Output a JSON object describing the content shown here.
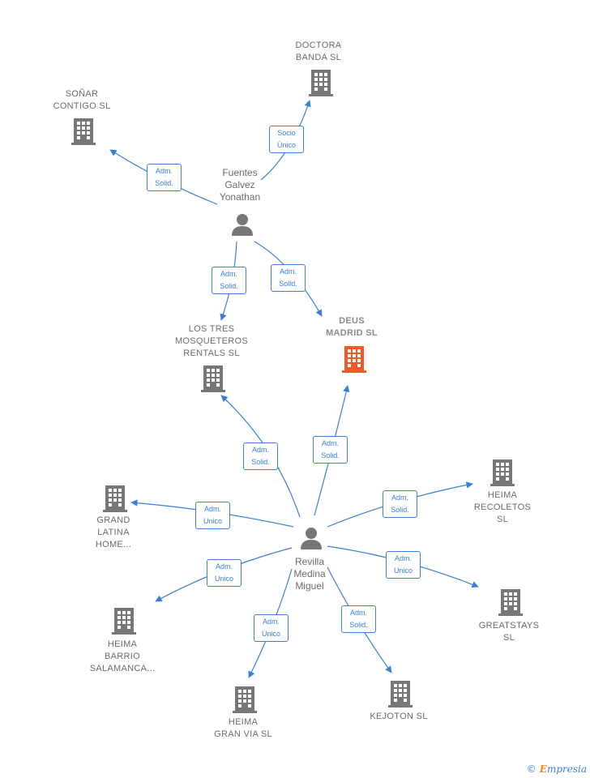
{
  "colors": {
    "edge": "#3a7fd5",
    "building": "#777777",
    "building_main": "#f05a28",
    "person": "#777777",
    "label": "#6b6b6b"
  },
  "nodes": {
    "fuentes": {
      "label": "Fuentes\nGalvez\nYonathan",
      "icon": "person-icon"
    },
    "revilla": {
      "label": "Revilla\nMedina\nMiguel",
      "icon": "person-icon"
    },
    "doctora": {
      "label": "DOCTORA\nBANDA  SL",
      "icon": "building-icon"
    },
    "sonar": {
      "label": "SOÑAR\nCONTIGO  SL",
      "icon": "building-icon"
    },
    "lostres": {
      "label": "LOS TRES\nMOSQUETEROS\nRENTALS  SL",
      "icon": "building-icon"
    },
    "deus": {
      "label": "DEUS\nMADRID  SL",
      "icon": "building-icon"
    },
    "grandlatina": {
      "label": "GRAND\nLATINA\nHOME...",
      "icon": "building-icon"
    },
    "recoletos": {
      "label": "HEIMA\nRECOLETOS\nSL",
      "icon": "building-icon"
    },
    "greatstays": {
      "label": "GREATSTAYS\nSL",
      "icon": "building-icon"
    },
    "salamanca": {
      "label": "HEIMA\nBARRIO\nSALAMANCA...",
      "icon": "building-icon"
    },
    "granvia": {
      "label": "HEIMA\nGRAN VIA  SL",
      "icon": "building-icon"
    },
    "kejoton": {
      "label": "KEJOTON  SL",
      "icon": "building-icon"
    }
  },
  "edges": {
    "e1": "Socio\nÚnico",
    "e2": "Adm.\nSolid.",
    "e3": "Adm.\nSolid.",
    "e4": "Adm.\nSolid.",
    "e5": "Adm.\nSolid.",
    "e6": "Adm.\nSolid.",
    "e7": "Adm.\nUnico",
    "e8": "Adm.\nSolid.",
    "e9": "Adm.\nUnico",
    "e10": "Adm.\nUnico",
    "e11": "Adm.\nUnico",
    "e12": "Adm.\nSolid."
  },
  "footer": {
    "copyright": "©",
    "brand_initial": "E",
    "brand_rest": "mpresia"
  }
}
